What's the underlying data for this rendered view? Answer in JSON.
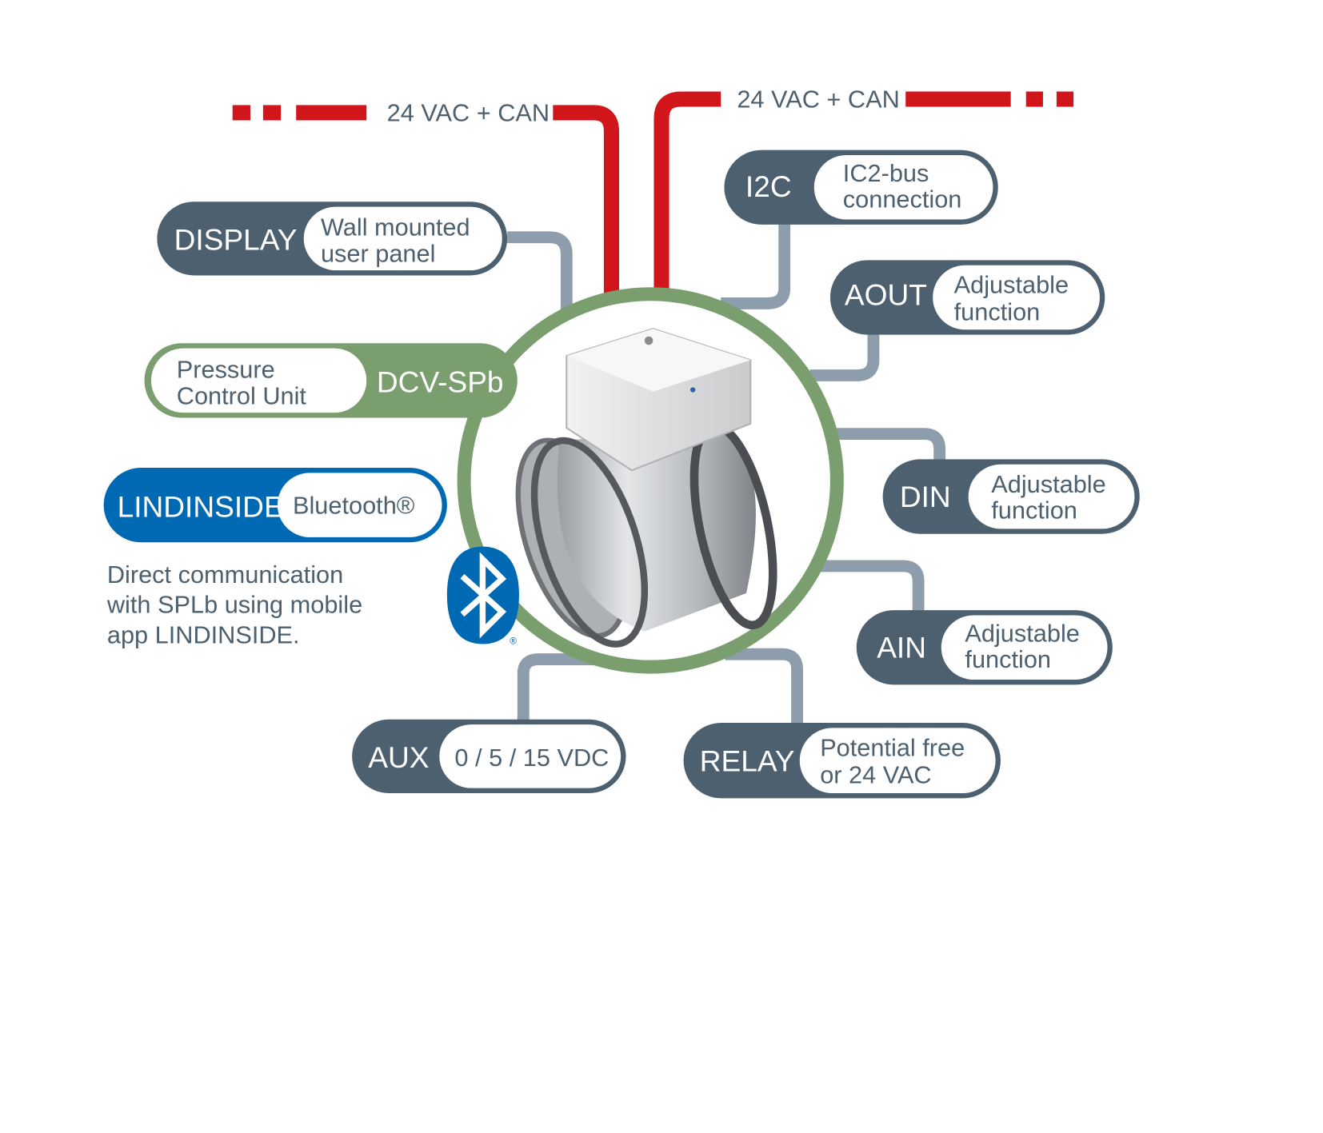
{
  "colors": {
    "slate": "#4d6070",
    "green": "#7a9e6e",
    "blue": "#0069b4",
    "red": "#d0161b",
    "connector": "#8e9dab"
  },
  "power_left": {
    "label": "24 VAC + CAN"
  },
  "power_right": {
    "label": "24 VAC + CAN"
  },
  "center": {
    "image": "damper-product-image"
  },
  "display": {
    "tag": "DISPLAY",
    "line1": "Wall mounted",
    "line2": "user panel"
  },
  "i2c": {
    "tag": "I2C",
    "line1": "IC2-bus",
    "line2": "connection"
  },
  "aout": {
    "tag": "AOUT",
    "line1": "Adjustable",
    "line2": "function"
  },
  "pressure": {
    "tag": "DCV-SPb",
    "line1": "Pressure",
    "line2": "Control Unit"
  },
  "lindinside": {
    "tag": "LINDINSIDE",
    "label": "Bluetooth®",
    "desc1": "Direct communication",
    "desc2": "with SPLb using  mobile",
    "desc3": "app LINDINSIDE.",
    "logo_mark": "®",
    "icon": "bluetooth-icon"
  },
  "din": {
    "tag": "DIN",
    "line1": "Adjustable",
    "line2": "function"
  },
  "ain": {
    "tag": "AIN",
    "line1": "Adjustable",
    "line2": "function"
  },
  "aux": {
    "tag": "AUX",
    "line1": "0 / 5 / 15 VDC"
  },
  "relay": {
    "tag": "RELAY",
    "line1": "Potential free",
    "line2": "or 24 VAC"
  }
}
